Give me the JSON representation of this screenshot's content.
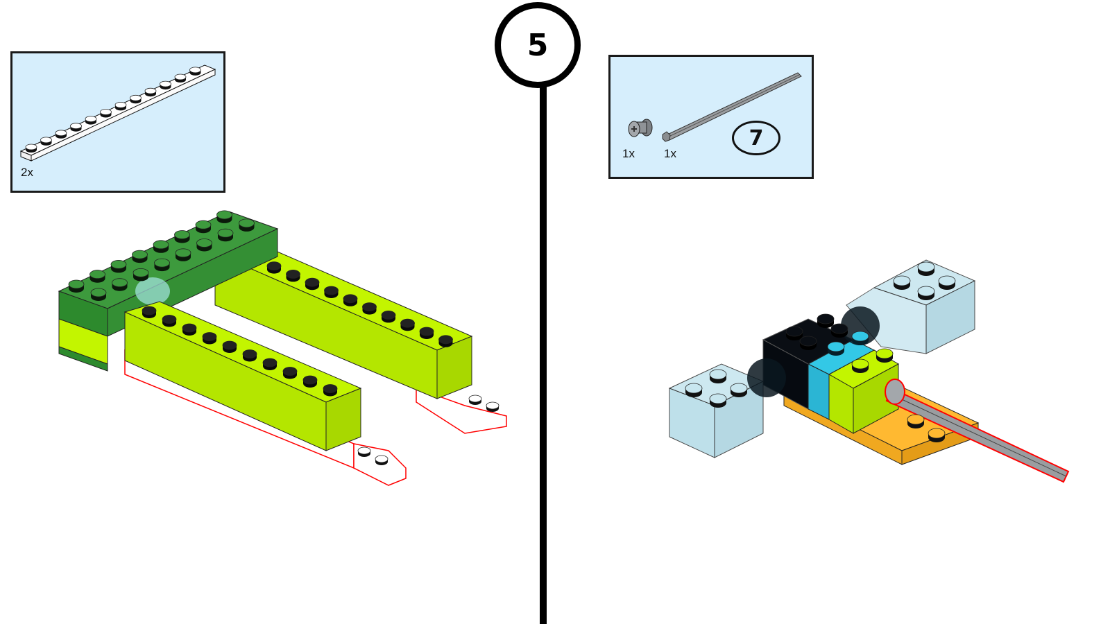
{
  "step": {
    "number": "5"
  },
  "left_panel": {
    "parts": [
      {
        "name": "plate-1x12-white",
        "quantity": "2x",
        "color": "#ffffff"
      }
    ]
  },
  "right_panel": {
    "parts": [
      {
        "name": "bush-gray",
        "quantity": "1x",
        "color": "#9a9da0"
      },
      {
        "name": "axle-7-gray",
        "quantity": "1x",
        "color": "#9a9da0",
        "length_badge": "7"
      }
    ]
  },
  "colors": {
    "parts_box_bg": "#d6eefc",
    "dark_green": "#3d9a3d",
    "lime": "#c3f500",
    "highlight": "#ff0000",
    "azure": "#33c8e6",
    "orange": "#ffb931",
    "black": "#0a0e14",
    "trans_clear": "#c8e6ef"
  }
}
